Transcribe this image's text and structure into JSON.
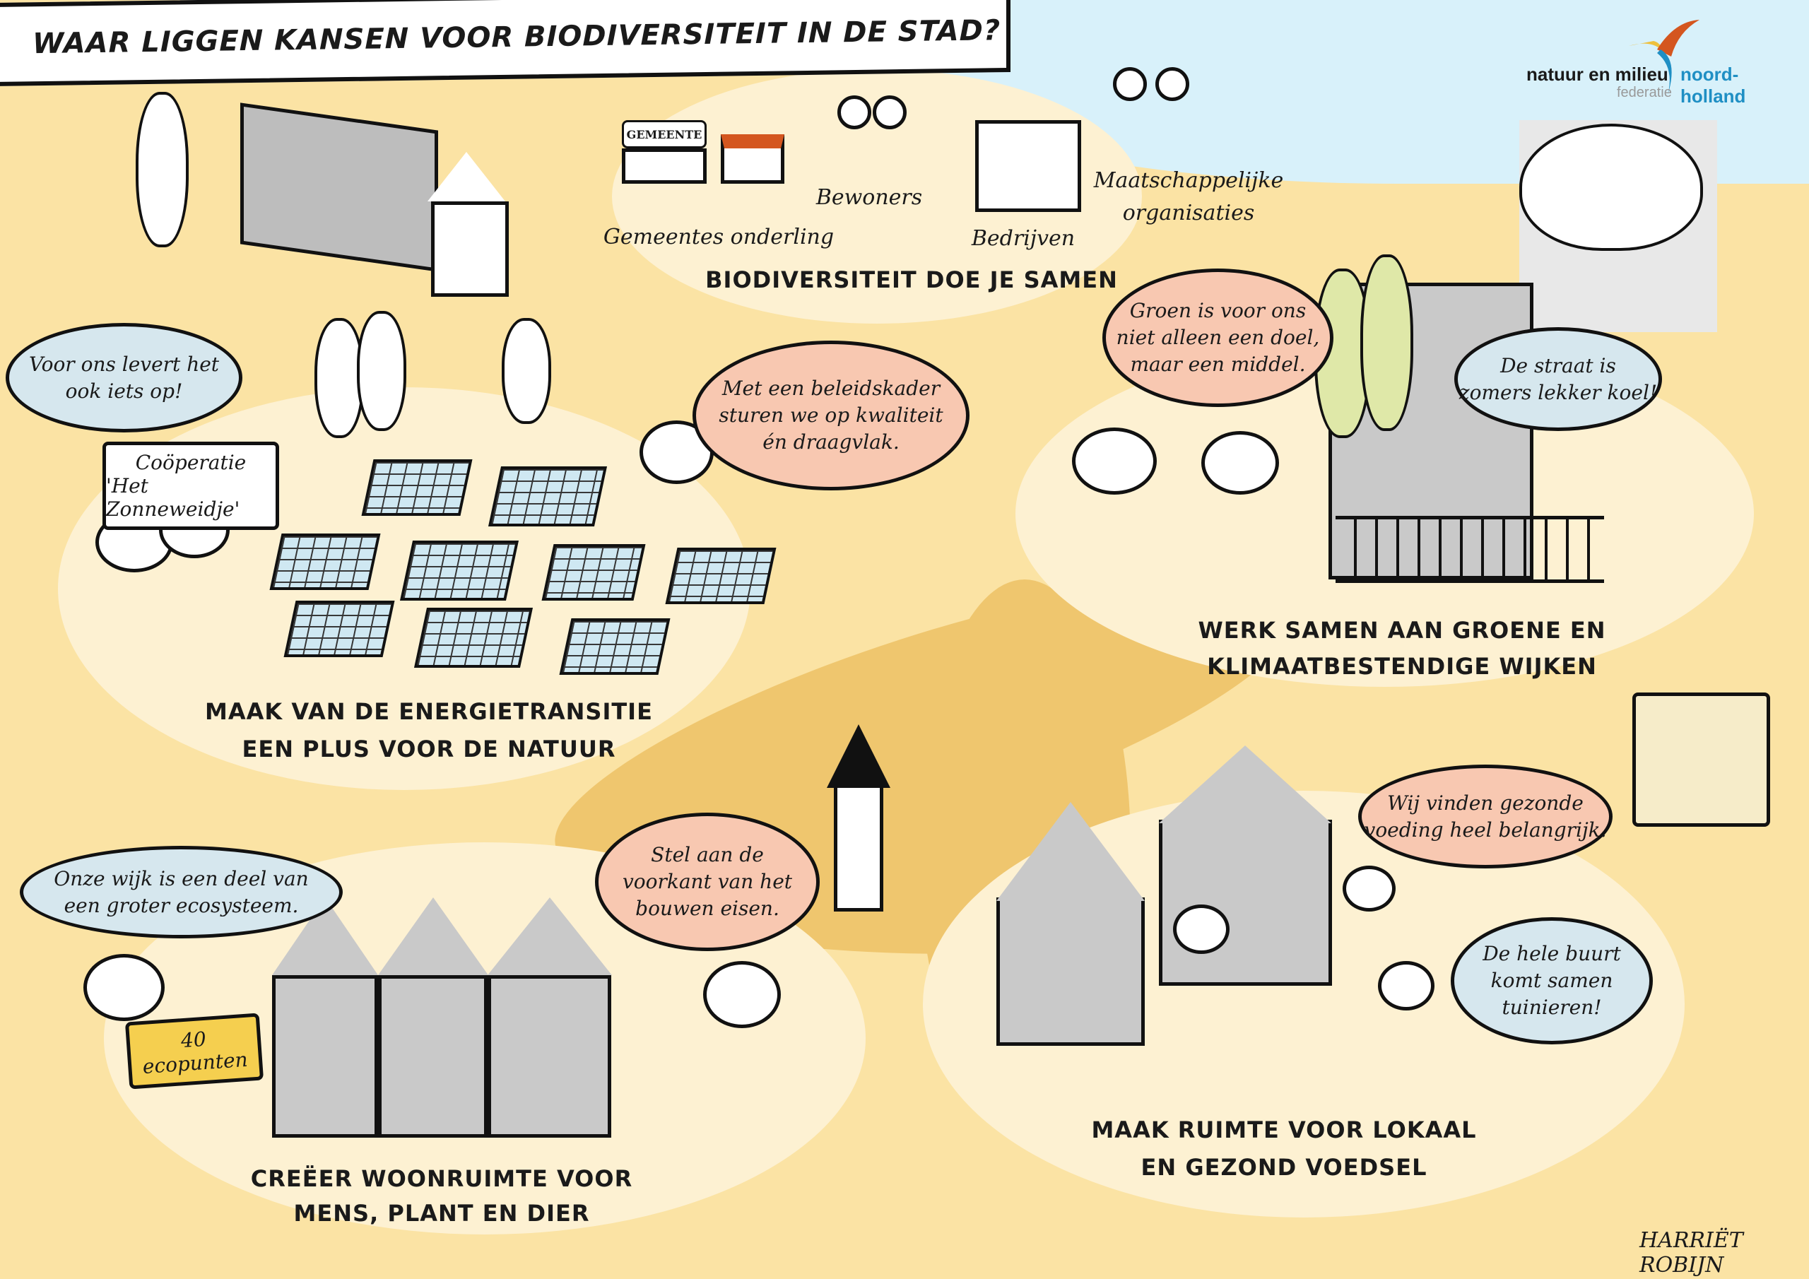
{
  "title": "WAAR LIGGEN KANSEN VOOR BIODIVERSITEIT IN DE STAD?",
  "logo": {
    "name_left": "natuur en milieu",
    "name_right": "noord-holland",
    "subtitle": "federatie"
  },
  "colors": {
    "sand": "#fbe3a4",
    "path": "#efc66e",
    "island": "#fdf1d2",
    "sky": "#d8f1fa",
    "bubble_blue": "#d6e7ee",
    "bubble_pink": "#f8c8b1",
    "accent_blue": "#1f8fc4",
    "accent_orange": "#d4561f"
  },
  "samen": {
    "sign": "GEMEENTE",
    "groups": [
      "Gemeentes onderling",
      "Bewoners",
      "Bedrijven",
      "Maatschappelijke",
      "organisaties"
    ],
    "caption": "BIODIVERSITEIT DOE JE SAMEN"
  },
  "energie": {
    "bubble_left": [
      "Voor ons levert het",
      "ook iets op!"
    ],
    "sign": [
      "Coöperatie",
      "'Het Zonneweidje'"
    ],
    "bubble_right": [
      "Met een beleidskader",
      "sturen we op kwaliteit",
      "én draagvlak."
    ],
    "caption": [
      "MAAK VAN DE ENERGIETRANSITIE",
      "EEN PLUS VOOR DE NATUUR"
    ]
  },
  "wijken": {
    "bubble_left": [
      "Groen is voor ons",
      "niet alleen een doel,",
      "maar een middel."
    ],
    "bubble_right": [
      "De straat is",
      "zomers lekker koel!"
    ],
    "caption": [
      "WERK SAMEN AAN GROENE EN",
      "KLIMAATBESTENDIGE WIJKEN"
    ]
  },
  "woonruimte": {
    "bubble_left": [
      "Onze wijk is een deel van",
      "een groter ecosysteem."
    ],
    "sign": [
      "40",
      "ecopunten"
    ],
    "bubble_right": [
      "Stel aan de",
      "voorkant van het",
      "bouwen eisen."
    ],
    "caption": [
      "CREËER WOONRUIMTE VOOR",
      "MENS, PLANT EN DIER"
    ]
  },
  "voedsel": {
    "bubble_top": [
      "Wij vinden gezonde",
      "voeding heel belangrijk."
    ],
    "bubble_bottom": [
      "De hele buurt",
      "komt samen",
      "tuinieren!"
    ],
    "caption": [
      "MAAK RUIMTE VOOR LOKAAL",
      "EN GEZOND VOEDSEL"
    ]
  },
  "signature": "HARRIËT ROBIJN"
}
